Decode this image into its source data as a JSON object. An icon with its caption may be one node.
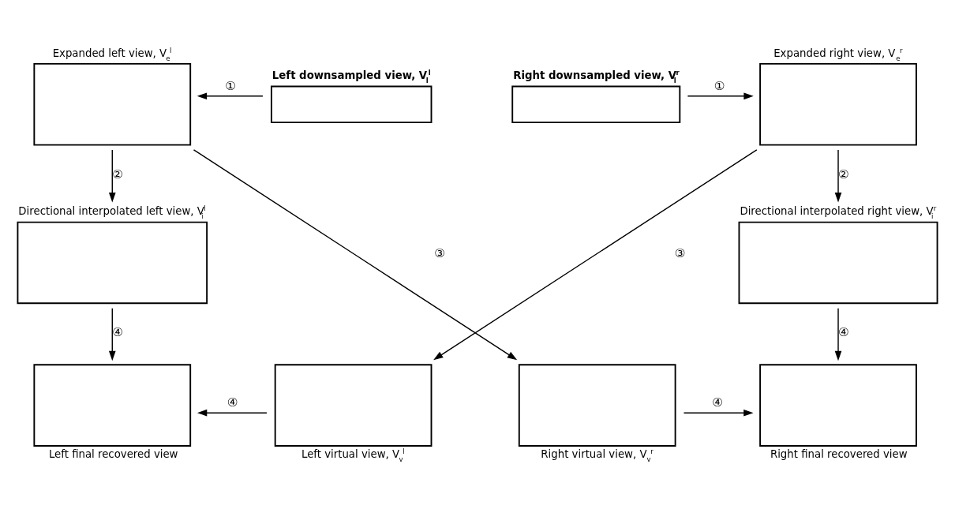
{
  "diagram": {
    "nodes": [
      {
        "text": [
          "Left downsampled view, V$_{l}$$^{l}$"
        ]
      },
      {
        "text": [
          "Right downsampled view, V$_{l}$$^{r}$"
        ]
      },
      {
        "text": [
          "Expanded left view, V$_{e}$$^{l}$"
        ]
      },
      {
        "text": [
          "Expanded right view, V$_{e}$$^{r}$"
        ]
      },
      {
        "text": [
          "Directional interpolated left view, V$_{i}$$^{l}$"
        ]
      },
      {
        "text": [
          "Directional interpolated right view, V$_{i}$$^{r}$"
        ]
      },
      {
        "text": [
          "Left final recovered view"
        ]
      },
      {
        "text": [
          "Left virtual view, V$_{v}$$^{l}$"
        ]
      },
      {
        "text": [
          "Right virtual view, V$_{v}$$^{r}$"
        ]
      },
      {
        "text": [
          "Right final recovered view"
        ]
      }
    ],
    "edges": [
      {
        "from": 0,
        "to": 2,
        "arrow": "to",
        "label": "①"
      },
      {
        "from": 1,
        "to": 3,
        "arrow": "to",
        "label": "①"
      },
      {
        "from": 2,
        "to": 4,
        "arrow": "to",
        "label": "②"
      },
      {
        "from": 3,
        "to": 5,
        "arrow": "to",
        "label": "②"
      },
      {
        "from": 2,
        "to": 8,
        "arrow": "to",
        "label": "③"
      },
      {
        "from": 3,
        "to": 7,
        "arrow": "to",
        "label": "③"
      },
      {
        "from": 4,
        "to": 6,
        "arrow": "to",
        "label": "④"
      },
      {
        "from": 5,
        "to": 9,
        "arrow": "to",
        "label": "④"
      },
      {
        "from": 7,
        "to": 6,
        "arrow": "to",
        "label": "④"
      },
      {
        "from": 8,
        "to": 9,
        "arrow": "to",
        "label": "④"
      }
    ]
  }
}
